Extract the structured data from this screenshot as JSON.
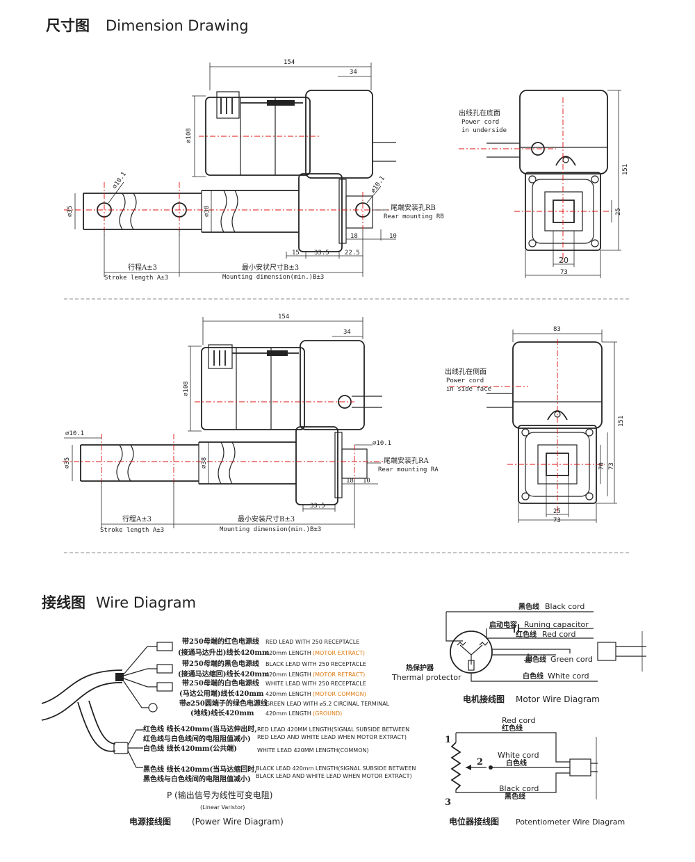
{
  "titles": {
    "dimension_cn": "尺寸图",
    "dimension_en": "Dimension Drawing",
    "wire_cn": "接线图",
    "wire_en": "Wire Diagram"
  },
  "drawing1": {
    "d154": "154",
    "d34": "34",
    "d108": "⌀108",
    "d10_1": "⌀10.1",
    "d10_1b": "⌀10.1",
    "d35": "⌀35",
    "d38": "⌀38",
    "d15": "15",
    "d33_5": "33.5",
    "d22_5": "22.5",
    "d18": "18",
    "d10": "10",
    "stroke_cn": "行程A±3",
    "stroke_en": "Stroke length A±3",
    "mount_cn": "最小安状尺寸B±3",
    "mount_en": "Mounting dimension(min.)B±3",
    "rear_cn": "尾端安装孔RB",
    "rear_en": "Rear mounting RB",
    "cord_cn": "出线孔在底面",
    "cord_en1": "Power cord",
    "cord_en2": "in underside",
    "d151": "151",
    "d25": "25",
    "d20": "20",
    "d73": "73"
  },
  "drawing2": {
    "d154": "154",
    "d34": "34",
    "d108": "⌀108",
    "d10_1": "⌀10.1",
    "d10_1b": "⌀10.1",
    "d35": "⌀35",
    "d38": "⌀38",
    "d33_5": "33.5",
    "d18": "18",
    "d10": "10",
    "stroke_cn": "行程A±3",
    "stroke_en": "Stroke length A±3",
    "mount_cn": "最小安装尺寸B±3",
    "mount_en": "Mounting dimension(min.)B±3",
    "rear_cn": "尾端安装孔RA",
    "rear_en": "Rear mounting RA",
    "cord_cn": "出线孔在侧面",
    "cord_en1": "Power cord",
    "cord_en2": "in side face",
    "d83": "83",
    "d151": "151",
    "d70": "70",
    "d73": "73",
    "d25": "25",
    "d73b": "73"
  },
  "power_wire": {
    "rows": [
      {
        "cn": "带250母端的红色电源线",
        "en": "RED LEAD WITH 250 RECEPTACLE"
      },
      {
        "cn": "(接通马达升出)线长420mm",
        "en": "420mm LENGTH",
        "tag": "(MOTOR EXTRACT)"
      },
      {
        "cn": "带250母端的黑色电源线",
        "en": "BLACK LEAD WITH 250 RECEPTACLE"
      },
      {
        "cn": "(接通马达缩回)线长420mm",
        "en": "420mm LENGTH",
        "tag": "(MOTOR RETRACT)"
      },
      {
        "cn": "带250母端的白色电源线",
        "en": "WHITE LEAD WITH 250 RECEPTACLE"
      },
      {
        "cn": "(马达公用端)线长420mm",
        "en": "420mm LENGTH",
        "tag": "(MOTOR COMMON)"
      },
      {
        "cn": "带⌀250圆端子的绿色电源线",
        "en": "GREEN LEAD WITH ⌀5.2 CIRCINAL TERMINAL"
      },
      {
        "cn": "(地线)线长420mm",
        "en": "420mm LENGTH",
        "tag": "(GROUND)"
      }
    ],
    "sig_red_cn1": "红色线 线长420mm(当马达伸出时,",
    "sig_red_cn2": "红色线与白色线间的电阻阻值减小)",
    "sig_red_en1": "RED LEAD 420MM LENGTH(SIGNAL SUBSIDE BETWEEN",
    "sig_red_en2": "RED LEAD AND WHITE LEAD WHEN MOTOR EXTRACT)",
    "sig_white_cn": "白色线 线长420mm(公共端)",
    "sig_white_en": "WHITE LEAD 420MM LENGTH(COMMON)",
    "sig_black_cn1": "黑色线 线长420mm(当马达缩回时,",
    "sig_black_cn2": "黑色线与白色线间的电阻阻值减小)",
    "sig_black_en1": "BLACK LEAD 420mm LENGTH(SIGNAL SUBSIDE BETWEEN",
    "sig_black_en2": "BLACK LEAD AND WHITE LEAD WHEN MOTOR EXTRACT)",
    "p_cn": "P (输出信号为线性可变电阻)",
    "p_en": "(Linear Varistor)",
    "caption_cn": "电源接线图",
    "caption_en": "(Power Wire Diagram)"
  },
  "motor_wire": {
    "black_cn": "黑色线",
    "black_en": "Black cord",
    "cap_cn": "启动电容",
    "cap_en": "Runing capacitor",
    "red_cn": "红色线",
    "red_en": "Red cord",
    "green_cn": "绿色线",
    "green_en": "Green cord",
    "white_cn": "白色线",
    "white_en": "White cord",
    "therm_cn": "热保护器",
    "therm_en": "Thermal protector",
    "caption_cn": "电机接线图",
    "caption_en": "Motor Wire Diagram"
  },
  "pot_wire": {
    "red_en": "Red cord",
    "red_cn": "红色线",
    "white_en": "White cord",
    "white_cn": "白色线",
    "black_en": "Black cord",
    "black_cn": "黑色线",
    "n1": "1",
    "n2": "2",
    "n3": "3",
    "caption_cn": "电位器接线图",
    "caption_en": "Potentiometer Wire Diagram"
  }
}
